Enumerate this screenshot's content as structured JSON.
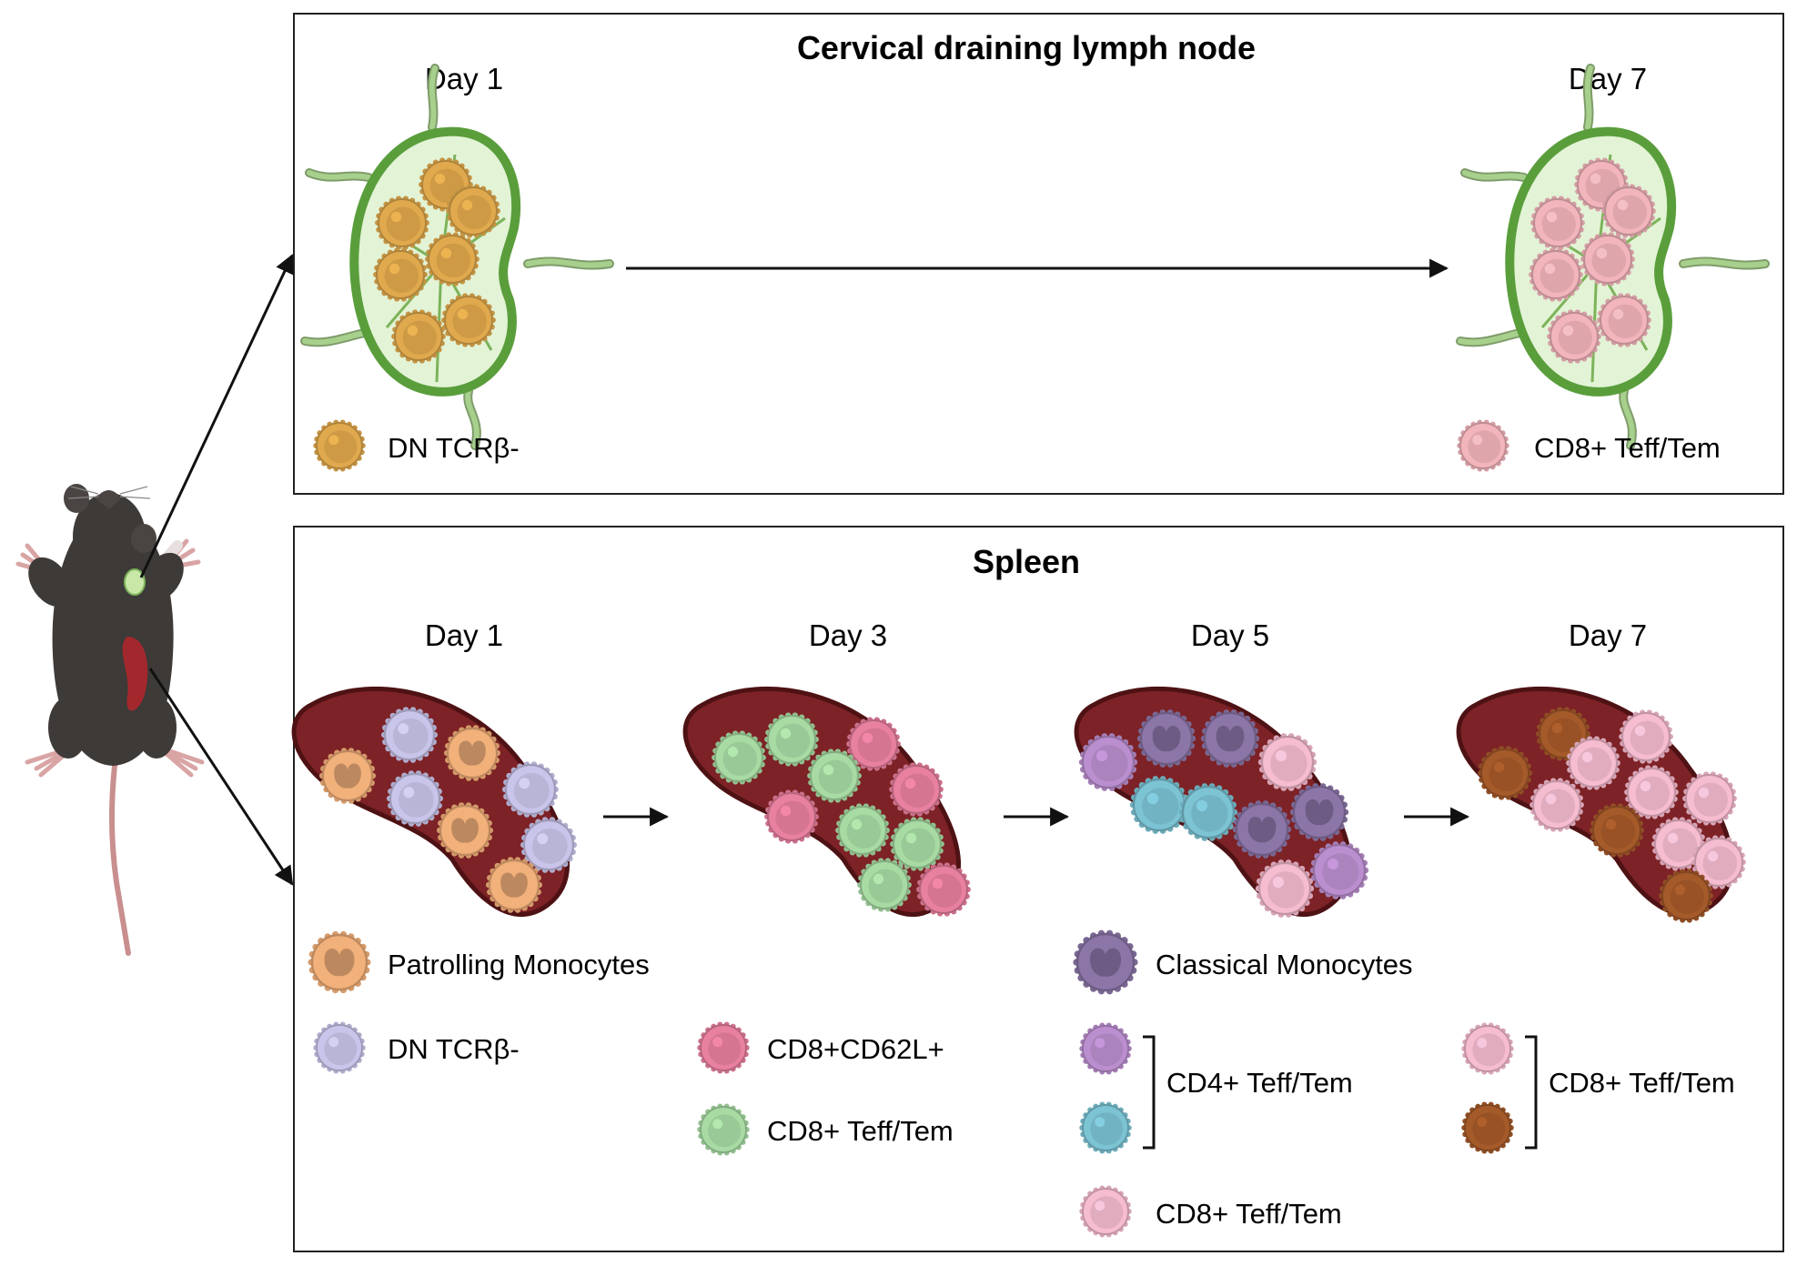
{
  "lymph_node_panel": {
    "title": "Cervical draining lymph node",
    "day_start": "Day 1",
    "day_end": "Day 7",
    "legend_start": "DN TCRβ-",
    "legend_end": "CD8+ Teff/Tem"
  },
  "spleen_panel": {
    "title": "Spleen",
    "days": [
      "Day 1",
      "Day 3",
      "Day 5",
      "Day 7"
    ],
    "legend": {
      "patrolling_monocytes": "Patrolling Monocytes",
      "dn_tcrb": "DN TCRβ-",
      "cd8_cd62l": "CD8+CD62L+",
      "cd8_teff_day3": "CD8+ Teff/Tem",
      "classical_monocytes": "Classical Monocytes",
      "cd4_teff": "CD4+ Teff/Tem",
      "cd8_teff_day5": "CD8+ Teff/Tem",
      "cd8_teff_day7": "CD8+ Teff/Tem"
    }
  },
  "colors": {
    "dn_tcrb_ln": "#e0a94d",
    "cd8_teff_ln": "#f2b5bb",
    "patrolling_monocyte": "#f2b07a",
    "dn_tcrb_spleen": "#c9c5ea",
    "cd8_cd62l": "#e8809f",
    "cd8_teff_green": "#a8dba4",
    "classical_monocyte": "#8c76a8",
    "cd4_purple": "#bb8fcf",
    "cd4_teal": "#7cc3d3",
    "cd8_teff_pink": "#f6bcd0",
    "cd8_teff_brown": "#a55a2a",
    "spleen_fill": "#7d2226",
    "lymph_node_outline": "#5a9e3c"
  }
}
